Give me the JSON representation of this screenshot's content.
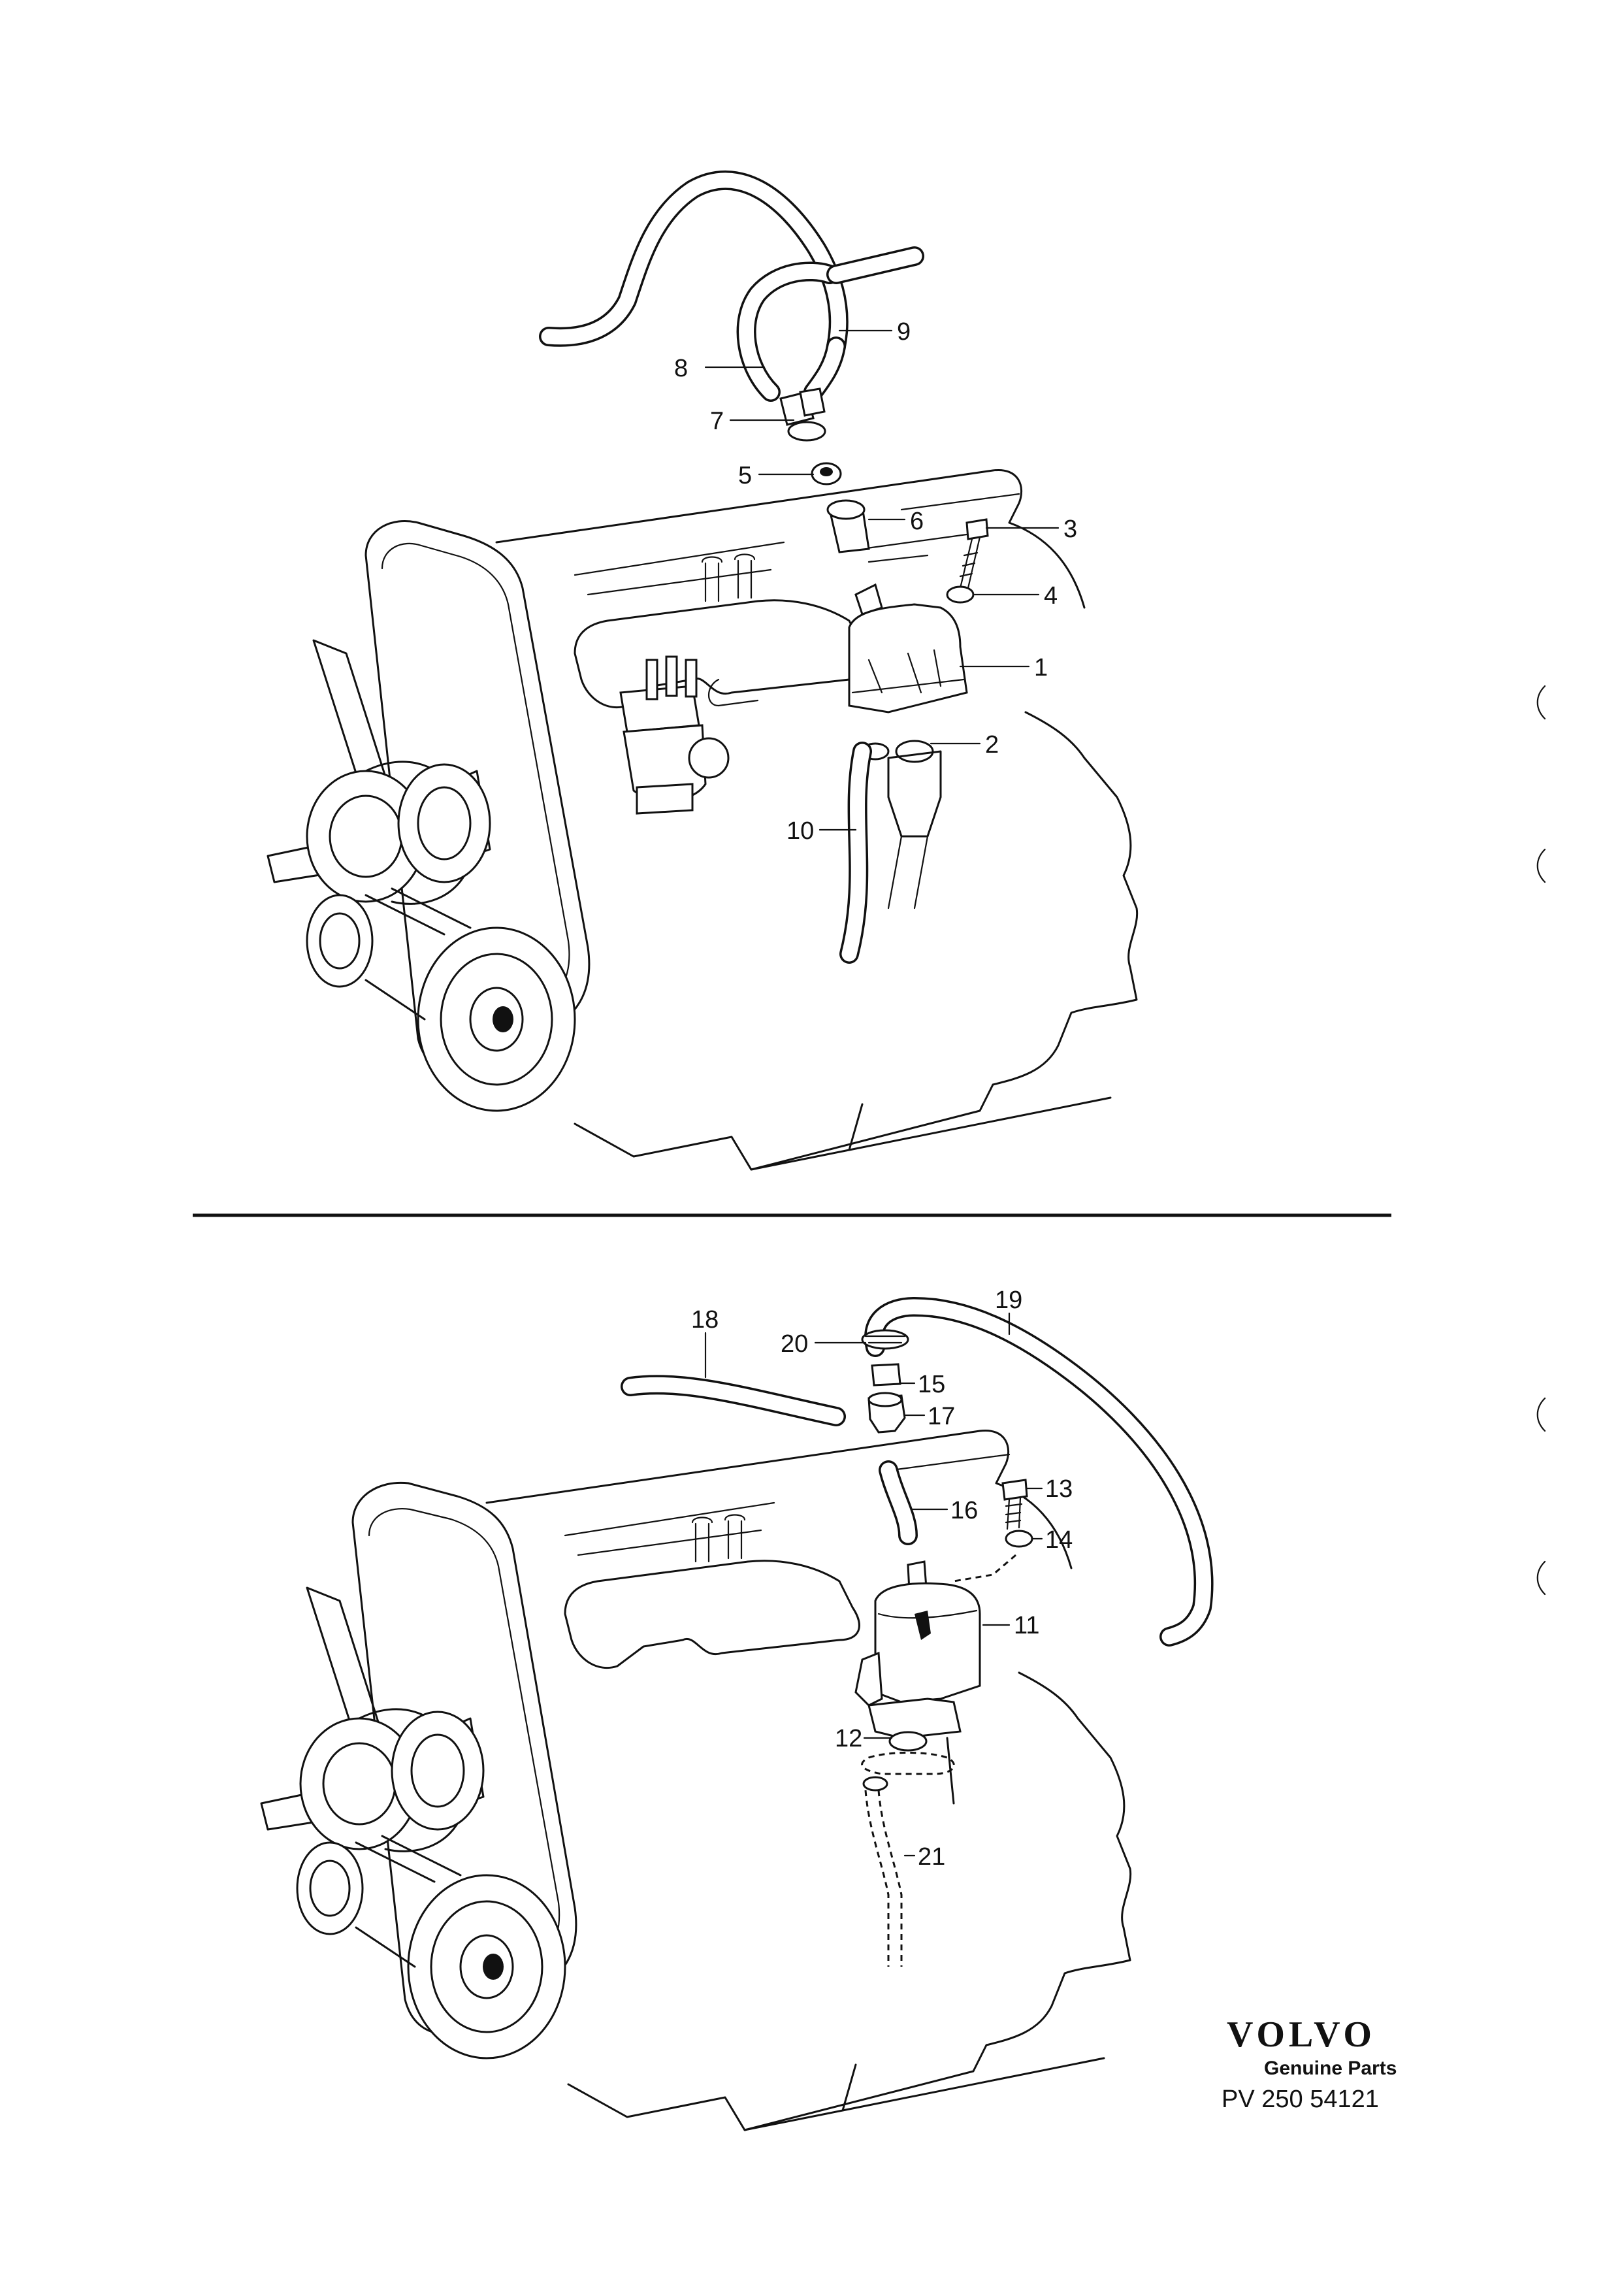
{
  "diagram_top": {
    "callouts": [
      {
        "id": "c1",
        "text": "1"
      },
      {
        "id": "c2",
        "text": "2"
      },
      {
        "id": "c3",
        "text": "3"
      },
      {
        "id": "c4",
        "text": "4"
      },
      {
        "id": "c5",
        "text": "5"
      },
      {
        "id": "c6",
        "text": "6"
      },
      {
        "id": "c7",
        "text": "7"
      },
      {
        "id": "c8",
        "text": "8"
      },
      {
        "id": "c9",
        "text": "9"
      },
      {
        "id": "c10",
        "text": "10"
      }
    ]
  },
  "diagram_bottom": {
    "callouts": [
      {
        "id": "c11",
        "text": "11"
      },
      {
        "id": "c12",
        "text": "12"
      },
      {
        "id": "c13",
        "text": "13"
      },
      {
        "id": "c14",
        "text": "14"
      },
      {
        "id": "c15",
        "text": "15"
      },
      {
        "id": "c16",
        "text": "16"
      },
      {
        "id": "c17",
        "text": "17"
      },
      {
        "id": "c18",
        "text": "18"
      },
      {
        "id": "c19",
        "text": "19"
      },
      {
        "id": "c20",
        "text": "20"
      },
      {
        "id": "c21",
        "text": "21"
      }
    ]
  },
  "footer": {
    "brand": "VOLVO",
    "tagline": "Genuine Parts",
    "code": "PV 250 54121"
  },
  "colors": {
    "ink": "#111111",
    "paper": "#ffffff"
  }
}
